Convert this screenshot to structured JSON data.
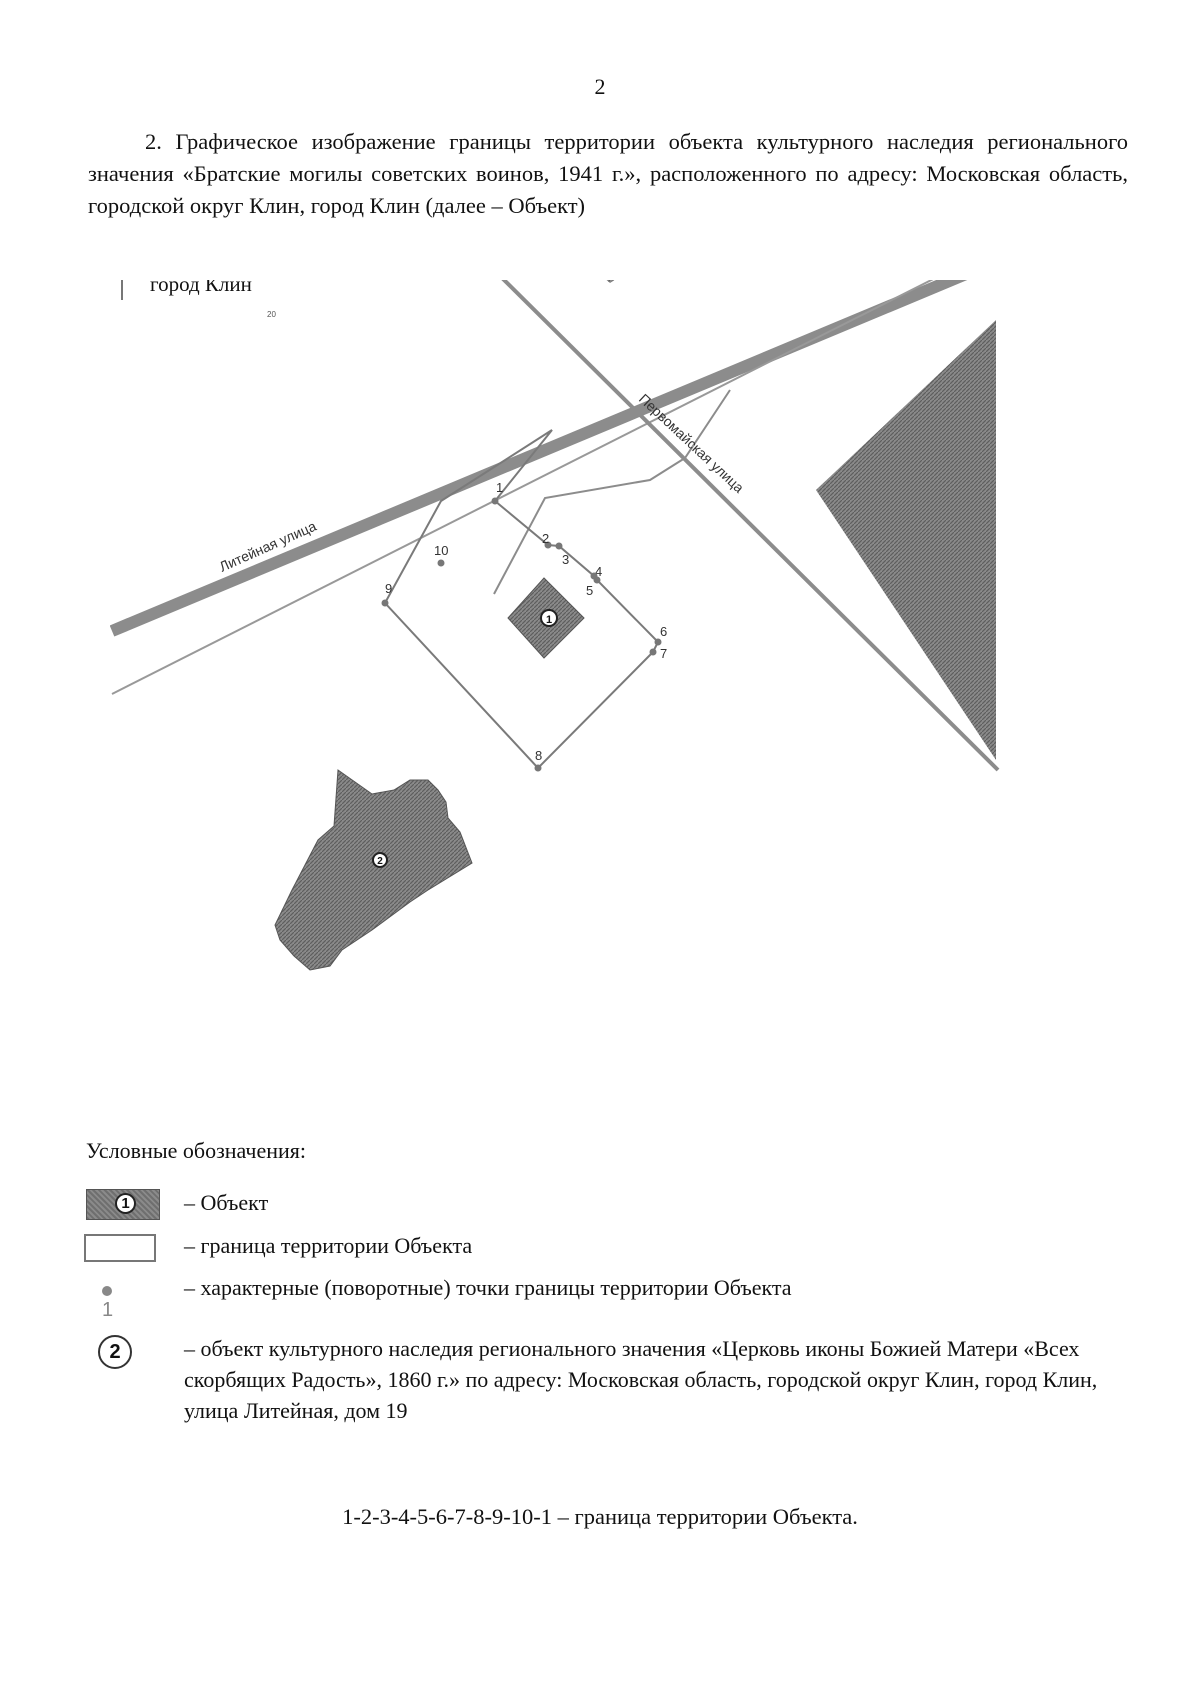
{
  "page_number": "2",
  "heading": "2. Графическое изображение границы территории объекта культурного наследия регионального значения «Братские могилы советских воинов, 1941 г.», расположенного по адресу: Московская область, городской округ Клин, город Клин (далее – Объект)",
  "map": {
    "city_label": "город Клин",
    "scale_mark": "20",
    "streets": {
      "liteynaya": "Литейная улица",
      "pervomayskaya": "Первомайская улица"
    },
    "object_marker": "1",
    "heritage_marker": "2",
    "boundary_points": [
      "1",
      "2",
      "3",
      "4",
      "5",
      "6",
      "7",
      "8",
      "9",
      "10"
    ],
    "colors": {
      "building_fill": "#7a7a7a",
      "road": "#8c8c8c",
      "boundary": "#777777"
    }
  },
  "legend": {
    "title": "Условные обозначения:",
    "object_number": "1",
    "object_label": "– Объект",
    "border_label": "– граница территории Объекта",
    "point_number": "1",
    "point_label": "– характерные (поворотные) точки границы территории Объекта",
    "okn_number": "2",
    "okn_label": "– объект культурного наследия регионального значения «Церковь иконы Божией Матери «Всех скорбящих Радость», 1860 г.» по адресу: Московская область, городской округ Клин, город Клин, улица Литейная, дом 19"
  },
  "footer": "1-2-3-4-5-6-7-8-9-10-1 – граница территории Объекта."
}
